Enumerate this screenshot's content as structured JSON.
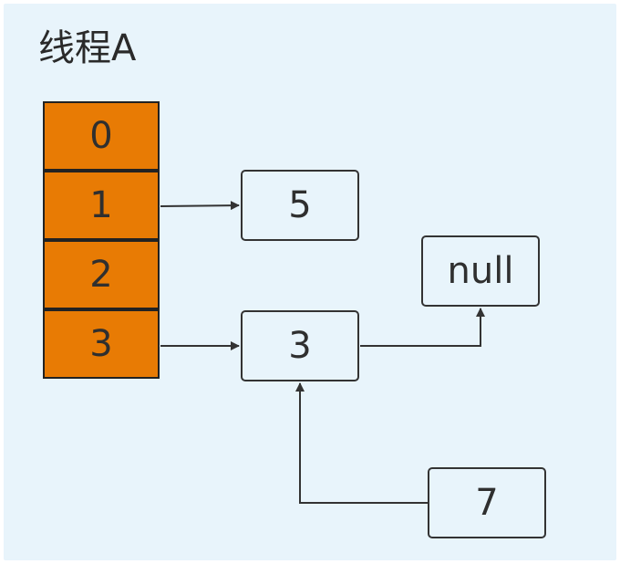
{
  "title": "线程A",
  "array": [
    "0",
    "1",
    "2",
    "3"
  ],
  "nodes": {
    "node_5": "5",
    "node_3": "3",
    "node_null": "null",
    "node_7": "7"
  }
}
